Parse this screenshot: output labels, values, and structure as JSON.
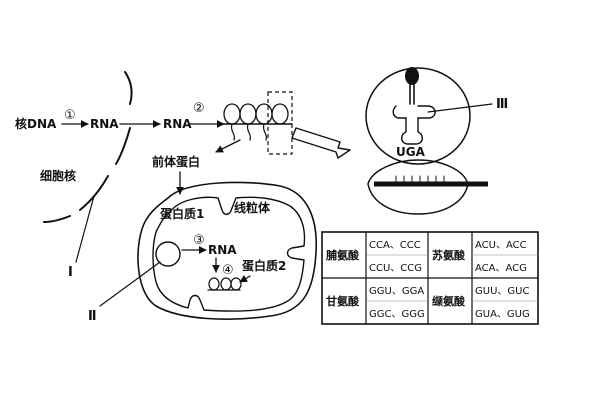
{
  "labels": {
    "nucleus_dna": "核DNA",
    "step1": "①",
    "rna_a": "RNA",
    "rna_b": "RNA",
    "step2": "②",
    "nucleus": "细胞核",
    "precursor_protein": "前体蛋白",
    "protein1": "蛋白质1",
    "mitochondrion": "线粒体",
    "step3": "③",
    "rna_c": "RNA",
    "step4": "④",
    "protein2": "蛋白质2",
    "marker_I": "Ⅰ",
    "marker_II": "Ⅱ",
    "marker_III": "Ⅲ",
    "anticodon": "UGA"
  },
  "codon_table": [
    {
      "amino_acid": "脯氨酸",
      "codons": [
        "CCA、CCC",
        "CCU、CCG"
      ]
    },
    {
      "amino_acid": "苏氨酸",
      "codons": [
        "ACU、ACC",
        "ACA、ACG"
      ]
    },
    {
      "amino_acid": "甘氨酸",
      "codons": [
        "GGU、GGA",
        "GGC、GGG"
      ]
    },
    {
      "amino_acid": "缬氨酸",
      "codons": [
        "GUU、GUC",
        "GUA、GUG"
      ]
    }
  ]
}
